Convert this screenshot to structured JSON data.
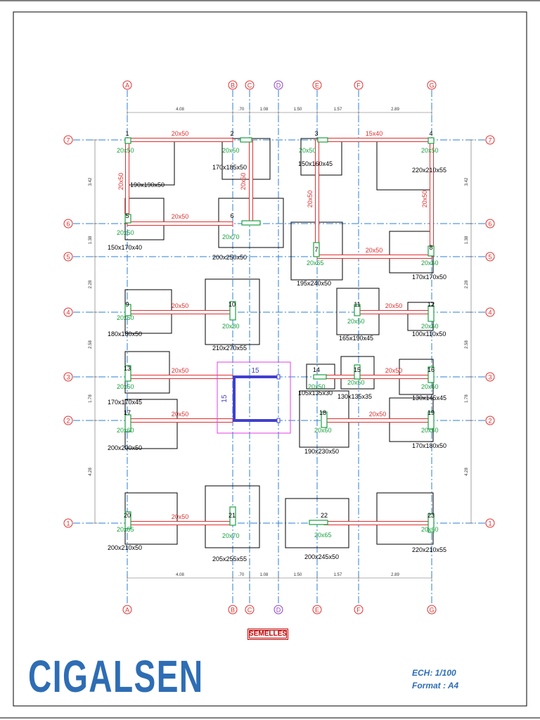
{
  "drawing": {
    "axes_x": [
      "A",
      "B",
      "C",
      "D",
      "E",
      "F",
      "G"
    ],
    "axes_y": [
      "7",
      "6",
      "5",
      "4",
      "3",
      "2",
      "1"
    ],
    "dims_x": [
      "4.08",
      ".70",
      "1.08",
      "1.50",
      "1.57",
      "2.89"
    ],
    "dims_y": [
      "3.42",
      "1.38",
      "2.28",
      "2.58",
      "1.78",
      "4.28"
    ],
    "footings": [
      {
        "num": "1",
        "size": "190x190x50"
      },
      {
        "num": "2",
        "size": "170x185x50"
      },
      {
        "num": "3",
        "size": "150x160x45"
      },
      {
        "num": "4",
        "size": "220x210x55"
      },
      {
        "num": "5",
        "size": "150x170x40"
      },
      {
        "num": "6",
        "size": "200x250x50"
      },
      {
        "num": "7",
        "size": "195x240x50"
      },
      {
        "num": "8",
        "size": "170x170x50"
      },
      {
        "num": "9",
        "size": "180x180x50"
      },
      {
        "num": "10",
        "size": "210x270x55"
      },
      {
        "num": "11",
        "size": "165x190x45"
      },
      {
        "num": "12",
        "size": "100x110x50"
      },
      {
        "num": "13",
        "size": "170x170x45"
      },
      {
        "num": "14",
        "size": "105x135x30"
      },
      {
        "num": "15",
        "size": "130x135x35"
      },
      {
        "num": "16",
        "size": "130x145x45"
      },
      {
        "num": "17",
        "size": "200x200x50"
      },
      {
        "num": "18",
        "size": "190x230x50"
      },
      {
        "num": "19",
        "size": "170x180x50"
      },
      {
        "num": "20",
        "size": "200x210x50"
      },
      {
        "num": "21",
        "size": "205x255x55"
      },
      {
        "num": "22",
        "size": "200x245x50"
      },
      {
        "num": "23",
        "size": "220x210x55"
      }
    ],
    "column_labels": [
      "20x50",
      "20x50",
      "20x50",
      "20x50",
      "20x50",
      "20x70",
      "20x65",
      "20x60",
      "20x50",
      "20x80",
      "20x50",
      "20x60",
      "20x50",
      "20x50",
      "20x50",
      "20x60",
      "20x60",
      "20x60",
      "20x60",
      "20x55",
      "20x70",
      "20x65",
      "20x60"
    ],
    "beam_labels": [
      "20x50",
      "15x40",
      "20x50",
      "20x50",
      "20x50",
      "20x50",
      "20x50",
      "20x50",
      "20x50",
      "20x50",
      "20x50",
      "20x50",
      "20x50",
      "20x50",
      "20x50"
    ],
    "opening_labels": [
      "15",
      "15"
    ]
  },
  "title_block": {
    "stamp": "SEMELLES",
    "brand": "CIGALSEN",
    "scale": "ECH: 1/100",
    "format": "Format : A4"
  },
  "colors": {
    "axis": "#2e7fd6",
    "axis_bubble": "#e03030",
    "axis_bubble_d": "#9040c0",
    "beam": "#e03030",
    "column": "#1aa040",
    "footing": "#000000",
    "opening": "#4040d0",
    "opening_frame": "#e040e0",
    "brand": "#2e6db4"
  }
}
